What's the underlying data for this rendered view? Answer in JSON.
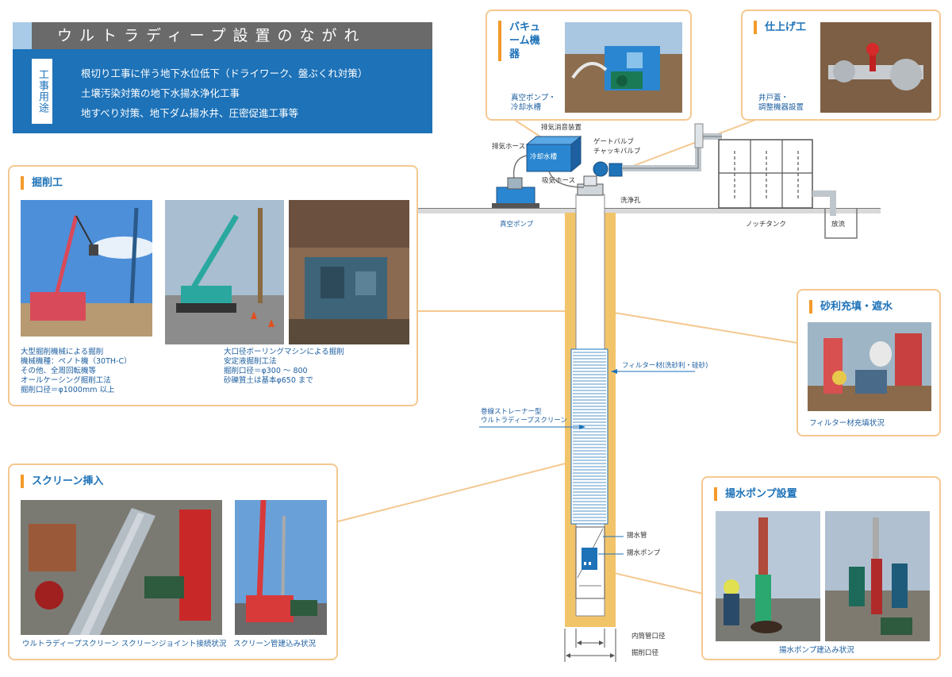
{
  "title": "ウルトラディープ設置のながれ",
  "use_label": "工事用途",
  "uses": [
    "根切り工事に伴う地下水位低下（ドライワーク、盤ぶくれ対策）",
    "土壌汚染対策の地下水揚水浄化工事",
    "地すべり対策、地下ダム揚水井、圧密促進工事等"
  ],
  "panels": {
    "excavation": {
      "heading": "掘削工",
      "caption_left": [
        "大型掘削機械による掘削",
        "機械機種：ペノト機（30TH-C）",
        "その他、全周回転機等",
        "オールケーシング掘削工法",
        "掘削口径＝φ1000mm 以上"
      ],
      "caption_right": [
        "大口径ボーリングマシンによる掘削",
        "安定液掘削工法",
        "掘削口径＝φ300 ～ 800",
        "砂礫質土は基本φ650 まで"
      ]
    },
    "vacuum": {
      "heading": "バキューム機器",
      "caption": [
        "真空ポンプ・",
        "冷却水槽"
      ]
    },
    "finishing": {
      "heading": "仕上げ工",
      "caption": [
        "井戸蓋・",
        "調整機器設置"
      ]
    },
    "gravel": {
      "heading": "砂利充填・遮水",
      "caption": "フィルター材充填状況"
    },
    "screen": {
      "heading": "スクリーン挿入",
      "caption_left": "ウルトラディープスクリーン スクリーンジョイント接続状況",
      "caption_right": "スクリーン管建込み状況"
    },
    "pump": {
      "heading": "揚水ポンプ設置",
      "caption": "揚水ポンプ建込み状況"
    }
  },
  "diagram": {
    "exhaust_silencer": "排気消音装置",
    "exhaust_hose": "排気ホース",
    "cooling_tank": "冷却水槽",
    "suction_hose": "吸気ホース",
    "vacuum_pump": "真空ポンプ",
    "gate_valve": "ゲートバルブ",
    "check_valve": "チャッキバルブ",
    "wash_hole": "洗浄孔",
    "notch_tank": "ノッチタンク",
    "discharge": "放流",
    "filter_material": "フィルター材(洗砂利・硅砂)",
    "screen_type": "巻線ストレーナー型",
    "screen_name": "ウルトラディープスクリーン",
    "pump_pipe": "揚水管",
    "pump": "揚水ポンプ",
    "inner_diameter": "内筒管口径",
    "drill_diameter": "掘削口径"
  },
  "colors": {
    "brand_blue": "#1d72b8",
    "panel_border": "#f4c890",
    "accent_orange": "#f39a2a",
    "gravel": "#f2c46a"
  }
}
